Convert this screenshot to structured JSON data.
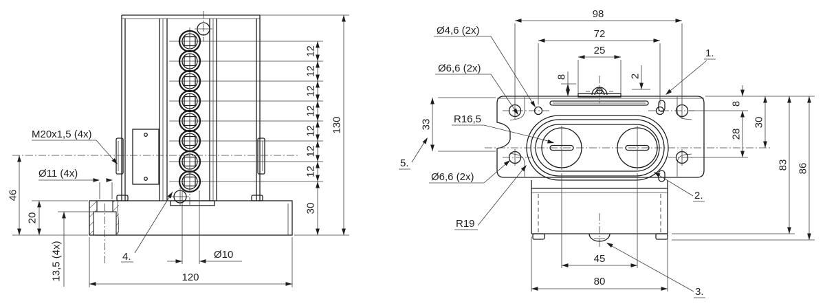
{
  "left_view": {
    "labels": {
      "thread": "M20x1,5 (4x)",
      "hole": "Ø11 (4x)",
      "counterbore": "13,5 (4x)",
      "item_4": "4.",
      "gland_bore": "Ø10"
    },
    "dims": {
      "pitch": [
        "12",
        "12",
        "12",
        "12",
        "12",
        "12",
        "12"
      ],
      "bottom_offset": "30",
      "overall_height": "130",
      "centerline_height": "46",
      "base_height": "20",
      "base_width": "120"
    }
  },
  "right_view": {
    "labels": {
      "hole_small": "Ø4,6 (2x)",
      "hole_top": "Ø6,6 (2x)",
      "hole_bottom": "Ø6,6 (2x)",
      "inner_radius": "R16,5",
      "outer_radius": "R19",
      "item_1": "1.",
      "item_2": "2.",
      "item_3": "3.",
      "item_5": "5."
    },
    "dims": {
      "width_outer": "98",
      "width_holes": "72",
      "clamp_width": "25",
      "offset_8": "8",
      "offset_2": "2",
      "seal_height": "33",
      "edge_to_holes": "8",
      "hole_rows": "28",
      "edge_to_center": "30",
      "height_body": "83",
      "height_total": "86",
      "slot_spacing": "45",
      "housing_width": "80"
    }
  }
}
